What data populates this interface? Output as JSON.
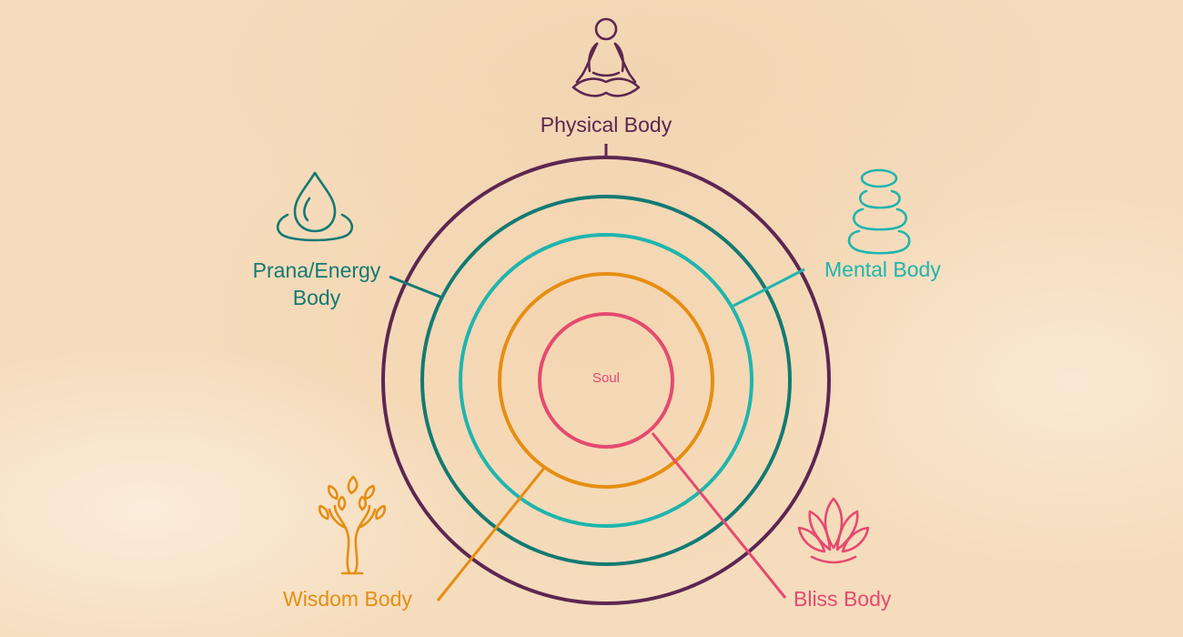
{
  "diagram": {
    "colors": {
      "physical": "#5c2752",
      "prana": "#137a73",
      "mental": "#1fb5ae",
      "wisdom": "#e58e12",
      "bliss": "#e54a70"
    },
    "layers": {
      "physical": {
        "label": "Physical Body",
        "icon": "meditation-figure-icon"
      },
      "prana": {
        "label_line1": "Prana/Energy",
        "label_line2": "Body",
        "icon": "water-drop-icon"
      },
      "mental": {
        "label": "Mental Body",
        "icon": "stacked-stones-icon"
      },
      "wisdom": {
        "label": "Wisdom Body",
        "icon": "tree-icon"
      },
      "bliss": {
        "label": "Bliss Body",
        "icon": "lotus-icon"
      },
      "soul": {
        "label": "Soul"
      }
    }
  }
}
